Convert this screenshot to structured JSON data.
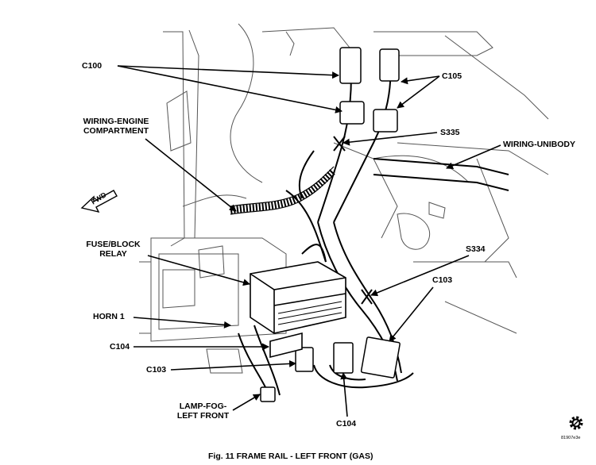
{
  "labels": {
    "c100": "C100",
    "c105": "C105",
    "wiring_engine_1": "WIRING-ENGINE",
    "wiring_engine_2": "COMPARTMENT",
    "s335": "S335",
    "wiring_unibody": "WIRING-UNIBODY",
    "fuse_block_1": "FUSE/BLOCK",
    "fuse_block_2": "RELAY",
    "s334": "S334",
    "c103_right": "C103",
    "horn": "HORN 1",
    "c104_left": "C104",
    "c103_left": "C103",
    "lamp_fog_1": "LAMP-FOG-",
    "lamp_fog_2": "LEFT FRONT",
    "c104_bottom": "C104",
    "fwd": "FWD"
  },
  "caption": "Fig. 11   FRAME RAIL - LEFT FRONT (GAS)",
  "figure_code": "81907e3e",
  "icons": {
    "direction": "fwd-arrow-icon",
    "gear": "gear-icon"
  }
}
